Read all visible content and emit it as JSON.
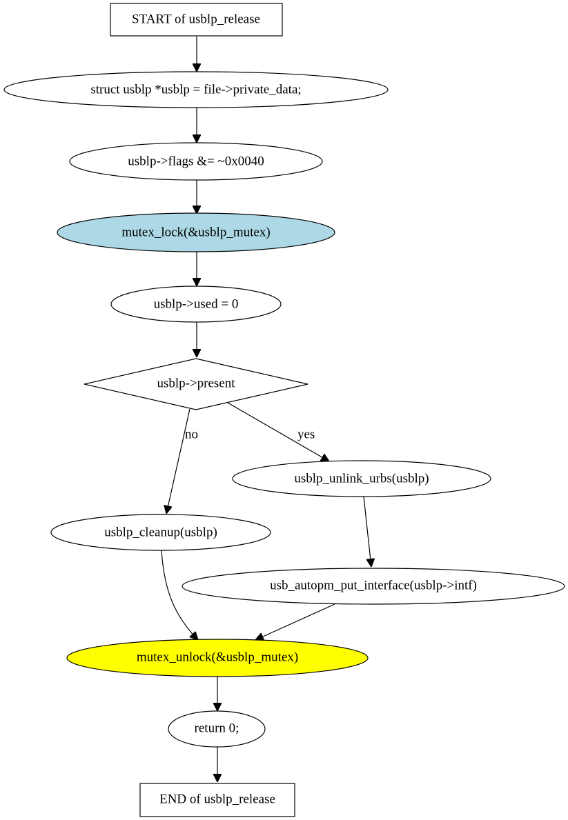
{
  "nodes": {
    "start": {
      "label": "START of usblp_release",
      "fill": "#ffffff"
    },
    "get_usblp": {
      "label": "struct usblp *usblp = file->private_data;",
      "fill": "#ffffff"
    },
    "clear_flags": {
      "label": "usblp->flags &= ~0x0040",
      "fill": "#ffffff"
    },
    "mutex_lock": {
      "label": "mutex_lock(&usblp_mutex)",
      "fill": "#add8e6"
    },
    "set_unused": {
      "label": "usblp->used = 0",
      "fill": "#ffffff"
    },
    "check_present": {
      "label": "usblp->present",
      "fill": "#ffffff"
    },
    "unlink_urbs": {
      "label": "usblp_unlink_urbs(usblp)",
      "fill": "#ffffff"
    },
    "cleanup": {
      "label": "usblp_cleanup(usblp)",
      "fill": "#ffffff"
    },
    "autopm_put": {
      "label": "usb_autopm_put_interface(usblp->intf)",
      "fill": "#ffffff"
    },
    "mutex_unlock": {
      "label": "mutex_unlock(&usblp_mutex)",
      "fill": "#ffff00"
    },
    "return_zero": {
      "label": "return 0;",
      "fill": "#ffffff"
    },
    "end": {
      "label": "END of usblp_release",
      "fill": "#ffffff"
    }
  },
  "edges": {
    "no_label": "no",
    "yes_label": "yes"
  }
}
